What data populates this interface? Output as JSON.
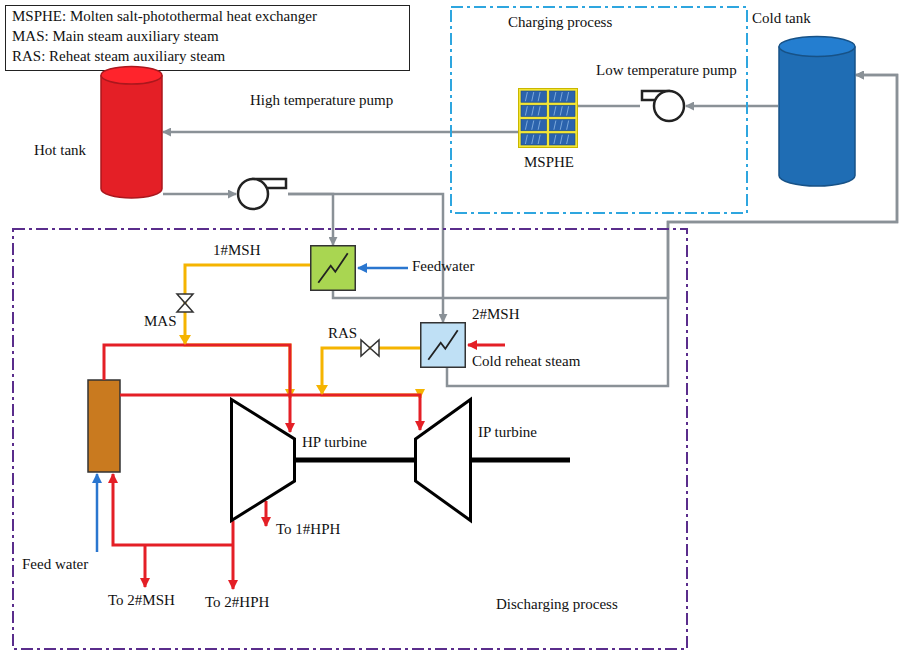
{
  "diagram": {
    "nodes": [
      {
        "text": [
          "MSPHE: Molten salt-photothermal heat exchanger",
          "MAS: Main steam auxiliary steam",
          "RAS: Reheat steam auxiliary steam"
        ]
      },
      {
        "text": [
          "Charging process"
        ]
      },
      {
        "text": [
          "Low temperature pump"
        ],
        "in": 1
      },
      {
        "text": [
          "MSPHE"
        ],
        "in": 1
      },
      {
        "text": [
          "Cold tank"
        ]
      },
      {
        "text": [
          "Hot tank"
        ]
      },
      {
        "text": [
          "High temperature pump"
        ]
      },
      {
        "text": [
          "Discharging process"
        ]
      },
      {
        "text": [
          "1#MSH"
        ],
        "in": 7
      },
      {
        "text": [
          "2#MSH"
        ],
        "in": 7
      },
      {
        "text": [
          "HP turbine"
        ],
        "in": 7
      },
      {
        "text": [
          "IP turbine"
        ],
        "in": 7
      }
    ],
    "edges": [
      {
        "from": 4,
        "to": 2,
        "arrow": "to"
      },
      {
        "from": 2,
        "to": 3,
        "arrow": "none"
      },
      {
        "from": 3,
        "to": 5,
        "arrow": "to"
      },
      {
        "from": 5,
        "to": 6,
        "arrow": "to"
      },
      {
        "from": 6,
        "to": 8,
        "arrow": "to"
      },
      {
        "from": 6,
        "to": 9,
        "arrow": "to"
      },
      {
        "from": 8,
        "to": 4,
        "arrow": "to"
      },
      {
        "from": 9,
        "to": 4,
        "arrow": "to"
      },
      {
        "from": 8,
        "to": 10,
        "label": "MAS",
        "arrow": "to"
      },
      {
        "from": 9,
        "to": 11,
        "label": "RAS",
        "arrow": "to"
      }
    ],
    "labels": [
      "Feedwater",
      "Cold reheat steam",
      "Feed water",
      "To 1#HPH",
      "To 2#MSH",
      "To 2#HPH"
    ]
  }
}
